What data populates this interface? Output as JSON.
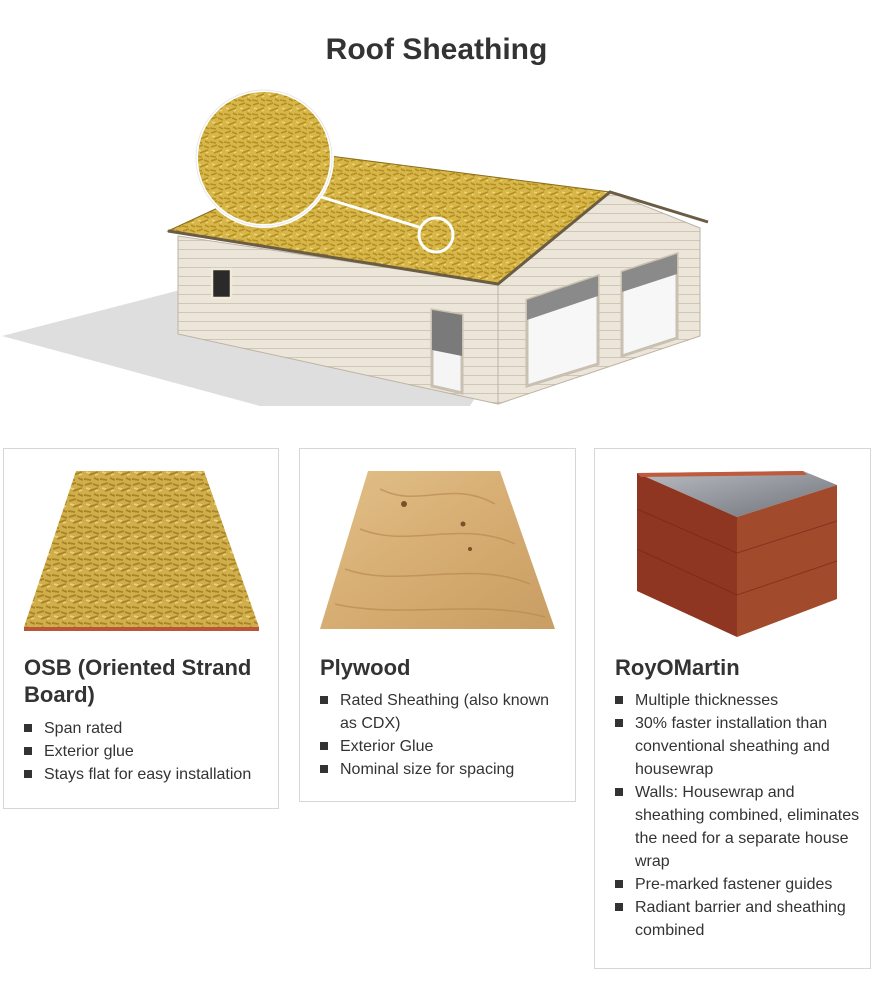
{
  "page": {
    "title": "Roof Sheathing"
  },
  "colors": {
    "text": "#333333",
    "card_border": "#d6d6d6",
    "osb": "#c9a640",
    "siding": "#e9e2d6"
  },
  "cards": [
    {
      "title": "OSB (Oriented Strand Board)",
      "features": [
        "Span rated",
        "Exterior glue",
        "Stays flat for easy installation"
      ]
    },
    {
      "title": "Plywood",
      "features": [
        "Rated Sheathing (also known as CDX)",
        "Exterior Glue",
        "Nominal size for spacing"
      ]
    },
    {
      "title": "RoyOMartin",
      "features": [
        "Multiple thicknesses",
        "30% faster installation than conventional sheathing and housewrap",
        "Walls: Housewrap and sheathing combined, eliminates the need for a separate house wrap",
        "Pre-marked fastener guides",
        "Radiant barrier and sheathing combined"
      ]
    }
  ]
}
